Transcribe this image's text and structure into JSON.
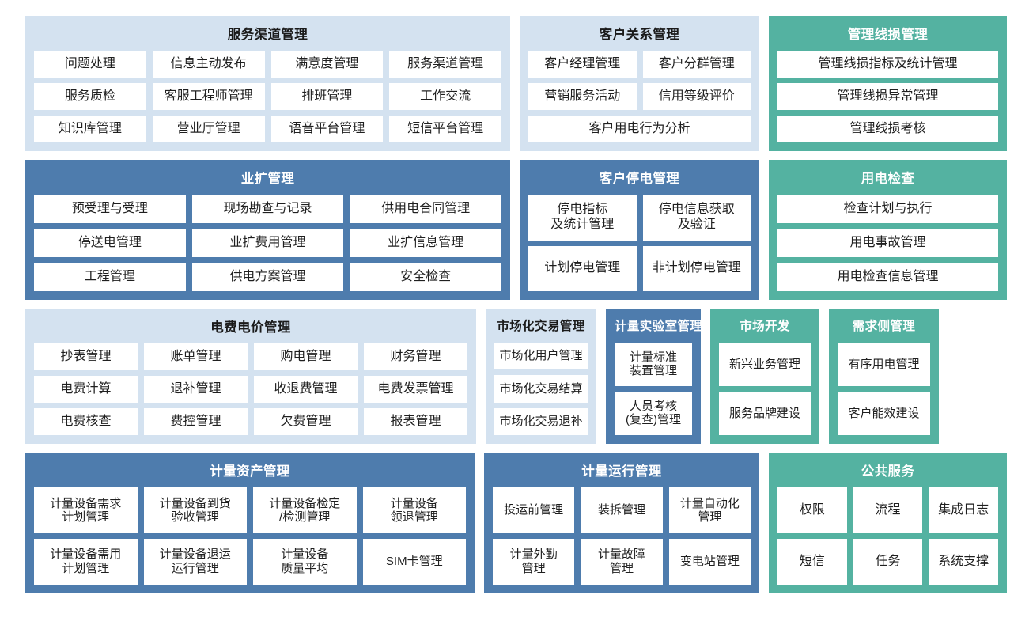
{
  "colors": {
    "light_blue_panel": "#d4e2f0",
    "blue_panel": "#4e7cad",
    "teal_panel": "#54b2a1",
    "tile_background": "#ffffff",
    "page_background": "#ffffff"
  },
  "rows": [
    {
      "panels": [
        {
          "title": "服务渠道管理",
          "theme": "lightblue",
          "tile_rows": [
            [
              "问题处理",
              "信息主动发布",
              "满意度管理",
              "服务渠道管理"
            ],
            [
              "服务质检",
              "客服工程师管理",
              "排班管理",
              "工作交流"
            ],
            [
              "知识库管理",
              "营业厅管理",
              "语音平台管理",
              "短信平台管理"
            ]
          ]
        },
        {
          "title": "客户关系管理",
          "theme": "lightblue",
          "tile_rows": [
            [
              "客户经理管理",
              "客户分群管理"
            ],
            [
              "营销服务活动",
              "信用等级评价"
            ],
            [
              "客户用电行为分析"
            ]
          ]
        },
        {
          "title": "管理线损管理",
          "theme": "teal",
          "tile_rows": [
            [
              "管理线损指标及统计管理"
            ],
            [
              "管理线损异常管理"
            ],
            [
              "管理线损考核"
            ]
          ]
        }
      ]
    },
    {
      "panels": [
        {
          "title": "业扩管理",
          "theme": "blue",
          "tile_rows": [
            [
              "预受理与受理",
              "现场勘查与记录",
              "供用电合同管理"
            ],
            [
              "停送电管理",
              "业扩费用管理",
              "业扩信息管理"
            ],
            [
              "工程管理",
              "供电方案管理",
              "安全检查"
            ]
          ]
        },
        {
          "title": "客户停电管理",
          "theme": "blue",
          "tile_rows": [
            [
              "停电指标\n及统计管理",
              "停电信息获取\n及验证"
            ],
            [
              "计划停电管理",
              "非计划停电管理"
            ]
          ]
        },
        {
          "title": "用电检查",
          "theme": "teal",
          "tile_rows": [
            [
              "检查计划与执行"
            ],
            [
              "用电事故管理"
            ],
            [
              "用电检查信息管理"
            ]
          ]
        }
      ]
    },
    {
      "panels": [
        {
          "title": "电费电价管理",
          "theme": "lightblue",
          "tile_rows": [
            [
              "抄表管理",
              "账单管理",
              "购电管理",
              "财务管理"
            ],
            [
              "电费计算",
              "退补管理",
              "收退费管理",
              "电费发票管理"
            ],
            [
              "电费核查",
              "费控管理",
              "欠费管理",
              "报表管理"
            ]
          ]
        },
        {
          "title": "市场化交易管理",
          "theme": "lightblue",
          "tile_rows": [
            [
              "市场化用户管理"
            ],
            [
              "市场化交易结算"
            ],
            [
              "市场化交易退补"
            ]
          ]
        },
        {
          "title": "计量实验室管理",
          "theme": "blue",
          "tile_rows": [
            [
              "计量标准\n装置管理"
            ],
            [
              "人员考核\n(复查)管理"
            ]
          ]
        },
        {
          "title": "市场开发",
          "theme": "teal",
          "tile_rows": [
            [
              "新兴业务管理"
            ],
            [
              "服务品牌建设"
            ]
          ]
        },
        {
          "title": "需求侧管理",
          "theme": "teal",
          "tile_rows": [
            [
              "有序用电管理"
            ],
            [
              "客户能效建设"
            ]
          ]
        }
      ]
    },
    {
      "panels": [
        {
          "title": "计量资产管理",
          "theme": "blue",
          "tile_rows": [
            [
              "计量设备需求\n计划管理",
              "计量设备到货\n验收管理",
              "计量设备检定\n/检测管理",
              "计量设备\n领退管理"
            ],
            [
              "计量设备需用\n计划管理",
              "计量设备退运\n运行管理",
              "计量设备\n质量平均",
              "SIM卡管理"
            ]
          ]
        },
        {
          "title": "计量运行管理",
          "theme": "blue",
          "tile_rows": [
            [
              "投运前管理",
              "装拆管理",
              "计量自动化\n管理"
            ],
            [
              "计量外勤\n管理",
              "计量故障\n管理",
              "变电站管理"
            ]
          ]
        },
        {
          "title": "公共服务",
          "theme": "teal",
          "tile_rows": [
            [
              "权限",
              "流程",
              "集成日志"
            ],
            [
              "短信",
              "任务",
              "系统支撑"
            ]
          ]
        }
      ]
    }
  ]
}
